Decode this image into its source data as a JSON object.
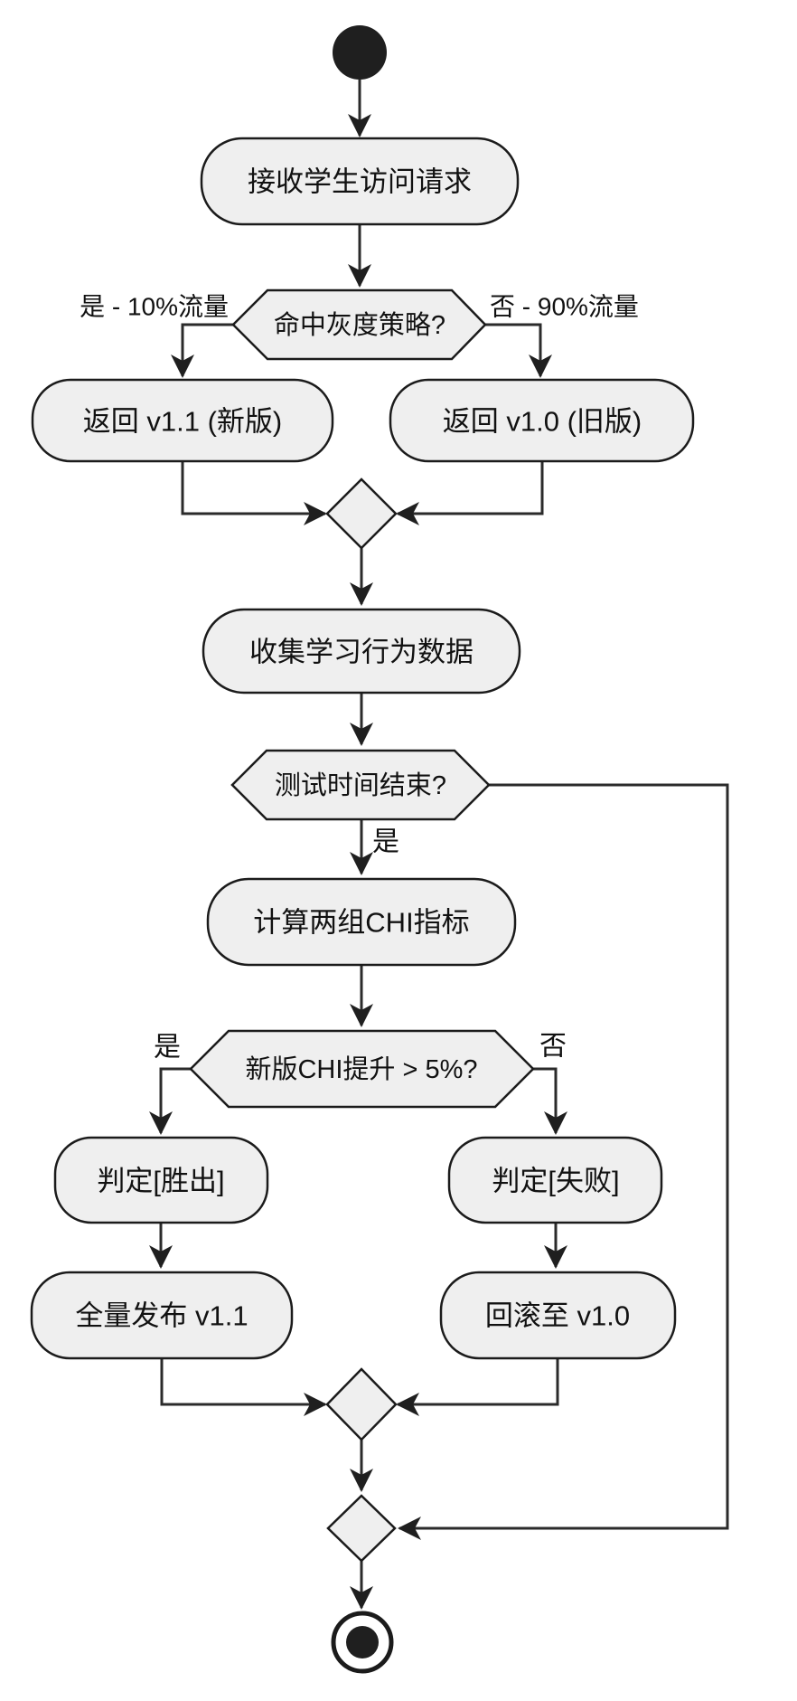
{
  "diagram": {
    "type": "activity-flowchart",
    "colors": {
      "background": "#ffffff",
      "node_fill": "#efefef",
      "node_stroke": "#1b1b1b",
      "edge_line": "#2b2b2b",
      "text": "#111111",
      "start_end_fill": "#1f1f1f"
    },
    "nodes": {
      "receive_request": "接收学生访问请求",
      "gray_decision": "命中灰度策略?",
      "return_v11": "返回 v1.1 (新版)",
      "return_v10": "返回 v1.0 (旧版)",
      "collect_data": "收集学习行为数据",
      "time_decision": "测试时间结束?",
      "calc_chi": "计算两组CHI指标",
      "chi_decision": "新版CHI提升 > 5%?",
      "verdict_win": "判定[胜出]",
      "verdict_lose": "判定[失败]",
      "full_release": "全量发布 v1.1",
      "rollback": "回滚至 v1.0"
    },
    "edge_labels": {
      "gray_yes": "是 - 10%流量",
      "gray_no": "否 - 90%流量",
      "time_yes": "是",
      "chi_yes": "是",
      "chi_no": "否"
    }
  }
}
